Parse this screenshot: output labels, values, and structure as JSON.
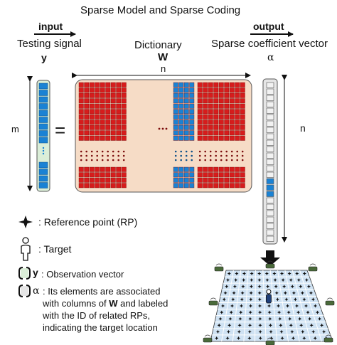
{
  "title": "Sparse Model and Sparse Coding",
  "input": {
    "label": "input",
    "name": "Testing signal",
    "symbol": "y"
  },
  "dictionary": {
    "name": "Dictionary",
    "symbol": "W",
    "width_label": "n"
  },
  "output": {
    "label": "output",
    "name": "Sparse coefficient vector",
    "symbol": "α",
    "height_label": "n"
  },
  "signal": {
    "height_label": "m"
  },
  "equals": "=",
  "legend": {
    "rp": ": Reference point (RP)",
    "target": ": Target",
    "y_symbol": "y",
    "observation": ": Observation vector",
    "alpha_symbol": "α",
    "alpha_line1": ":  Its  elements  are  associated",
    "alpha_line2_pre": "with columns of ",
    "alpha_line2_w": "W",
    "alpha_line2_post": " and  labeled",
    "alpha_line3": "with  the  ID  of  related  RPs,",
    "alpha_line4": "indicating the target location"
  },
  "colors": {
    "red_cell": "#d61c1c",
    "blue_cell": "#1a82d4",
    "dict_bg": "#f6dcc6",
    "obs_bg": "#dbeed8",
    "alpha_bg": "#e6e6e6",
    "grid_floor": "#cfe2f3",
    "sensor": "#4a6a3a"
  },
  "icons": [
    "arrow-right-icon",
    "star-icon",
    "person-icon",
    "arrow-down-icon",
    "sensor-icon"
  ]
}
